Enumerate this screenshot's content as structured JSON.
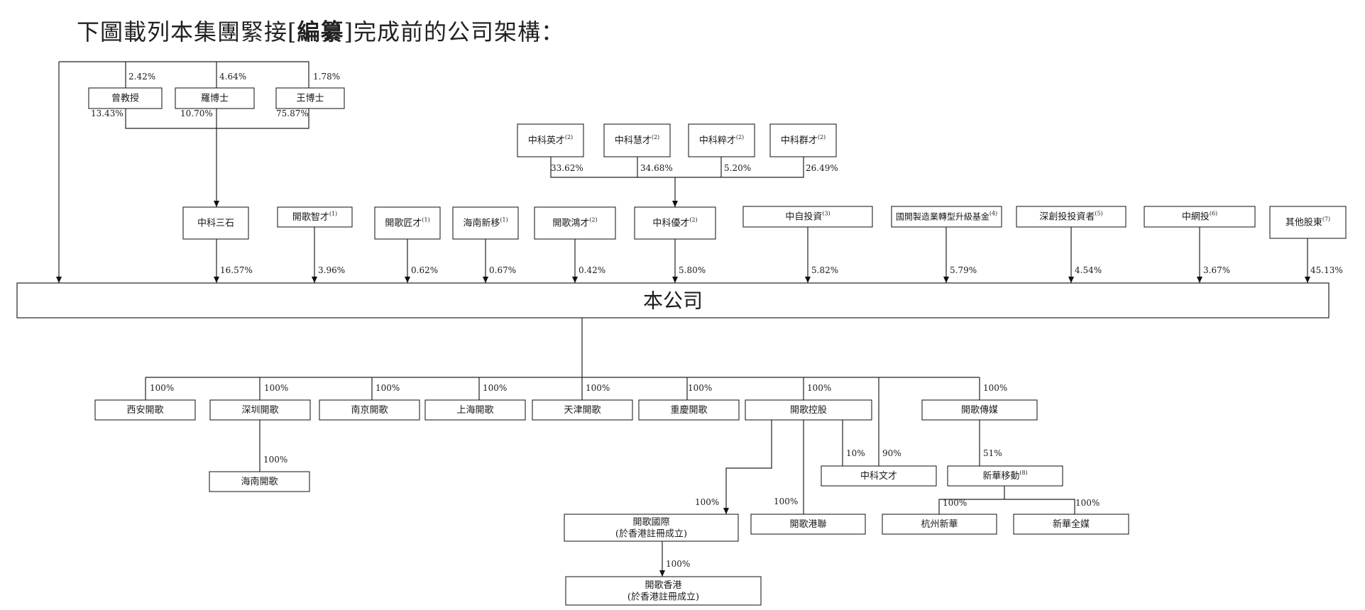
{
  "title": {
    "prefix": "下圖載列本集團緊接[",
    "bold": "編纂",
    "suffix": "]完成前的公司架構："
  },
  "boxes": {
    "prof_zeng": {
      "label": "曾教授"
    },
    "dr_luo": {
      "label": "羅博士"
    },
    "dr_wang": {
      "label": "王博士"
    },
    "zk_yingcai": {
      "label": "中科英才",
      "sup": "(2)"
    },
    "zk_huicai": {
      "label": "中科慧才",
      "sup": "(2)"
    },
    "zk_cuicai": {
      "label": "中科粹才",
      "sup": "(2)"
    },
    "zk_quncai": {
      "label": "中科群才",
      "sup": "(2)"
    },
    "zk_sanshi": {
      "label": "中科三石"
    },
    "kg_zhicai": {
      "label": "開歌智才",
      "sup": "(1)"
    },
    "kg_jiangcai": {
      "label": "開歌匠才",
      "sup": "(1)"
    },
    "hn_xinyi": {
      "label": "海南新移",
      "sup": "(1)"
    },
    "kg_hongcai": {
      "label": "開歌鴻才",
      "sup": "(2)"
    },
    "zk_youcai": {
      "label": "中科優才",
      "sup": "(2)"
    },
    "zhongzi": {
      "label": "中自投資",
      "sup": "(3)"
    },
    "guokai": {
      "label": "國開製造業轉型升級基金",
      "sup": "(4)"
    },
    "shenchuang": {
      "label": "深創投投資者",
      "sup": "(5)"
    },
    "zhongwang": {
      "label": "中網投",
      "sup": "(6)"
    },
    "others": {
      "label": "其他股東",
      "sup": "(7)"
    },
    "company": {
      "label": "本公司"
    },
    "xian": {
      "label": "西安開歌"
    },
    "shenzhen": {
      "label": "深圳開歌"
    },
    "nanjing": {
      "label": "南京開歌"
    },
    "shanghai": {
      "label": "上海開歌"
    },
    "tianjin": {
      "label": "天津開歌"
    },
    "chongqing": {
      "label": "重慶開歌"
    },
    "kg_holding": {
      "label": "開歌控股"
    },
    "kg_media": {
      "label": "開歌傳媒"
    },
    "hainan": {
      "label": "海南開歌"
    },
    "zk_wencai": {
      "label": "中科文才"
    },
    "xh_mobile": {
      "label": "新華移動",
      "sup": "(8)"
    },
    "kg_intl": {
      "label": "開歌國際",
      "line2": "(於香港註冊成立)"
    },
    "kg_ganglian": {
      "label": "開歌港聯"
    },
    "hz_xinhua": {
      "label": "杭州新華"
    },
    "xh_quanmei": {
      "label": "新華全媒"
    },
    "kg_hk": {
      "label": "開歌香港",
      "line2": "(於香港註冊成立)"
    }
  },
  "percents": {
    "zeng_direct": "2.42%",
    "luo_direct": "4.64%",
    "wang_direct": "1.78%",
    "zeng_sanshi": "13.43%",
    "luo_sanshi": "10.70%",
    "wang_sanshi": "75.87%",
    "yingcai_youcai": "33.62%",
    "huicai_youcai": "34.68%",
    "cuicai_youcai": "5.20%",
    "quncai_youcai": "26.49%",
    "sanshi_co": "16.57%",
    "zhicai_co": "3.96%",
    "jiangcai_co": "0.62%",
    "xinyi_co": "0.67%",
    "hongcai_co": "0.42%",
    "youcai_co": "5.80%",
    "zhongzi_co": "5.82%",
    "guokai_co": "5.79%",
    "shenchuang_co": "4.54%",
    "zhongwang_co": "3.67%",
    "others_co": "45.13%",
    "co_xian": "100%",
    "co_shenzhen": "100%",
    "co_nanjing": "100%",
    "co_shanghai": "100%",
    "co_tianjin": "100%",
    "co_chongqing": "100%",
    "co_holding": "100%",
    "co_media": "100%",
    "shenzhen_hainan": "100%",
    "holding_wencai": "10%",
    "co_wencai": "90%",
    "media_xhmobile": "51%",
    "holding_intl": "100%",
    "holding_ganglian": "100%",
    "xhmobile_hangzhou": "100%",
    "xhmobile_quanmei": "100%",
    "intl_hk": "100%"
  }
}
